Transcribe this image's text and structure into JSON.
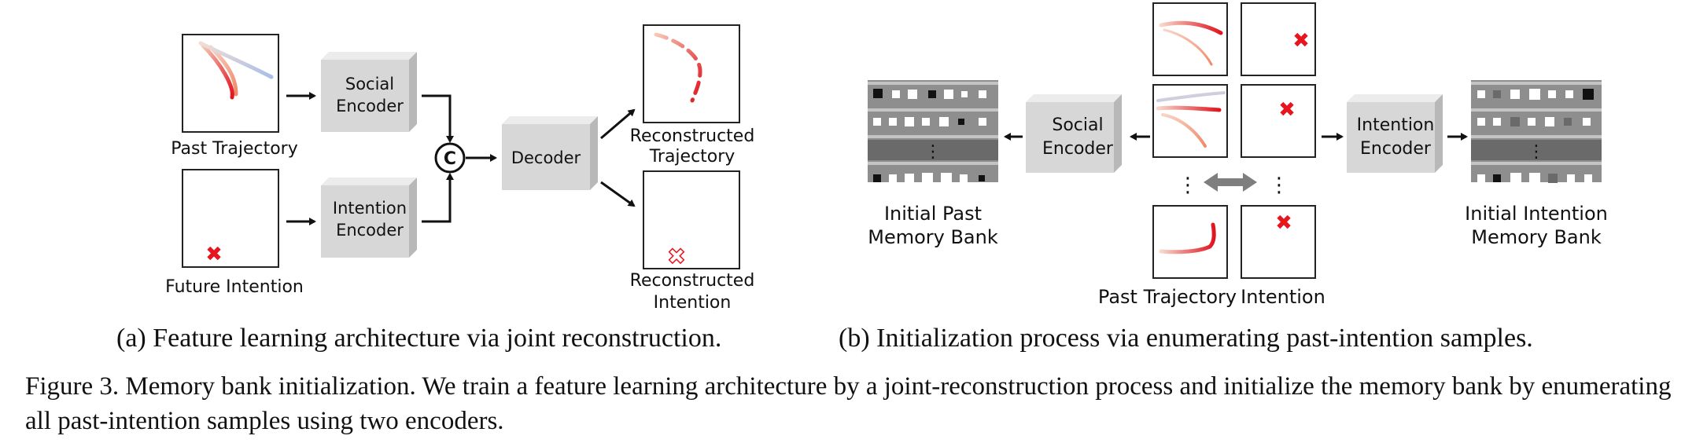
{
  "panel_a": {
    "past_trajectory_label": "Past Trajectory",
    "future_intention_label": "Future Intention",
    "social_encoder": [
      "Social",
      "Encoder"
    ],
    "intention_encoder": [
      "Intention",
      "Encoder"
    ],
    "concat_symbol": "C",
    "decoder": "Decoder",
    "reconstructed_trajectory": [
      "Reconstructed",
      "Trajectory"
    ],
    "reconstructed_intention": [
      "Reconstructed",
      "Intention"
    ]
  },
  "panel_b": {
    "initial_past_memory_bank": [
      "Initial Past",
      "Memory Bank"
    ],
    "social_encoder": [
      "Social",
      "Encoder"
    ],
    "intention_encoder": [
      "Intention",
      "Encoder"
    ],
    "initial_intention_memory_bank": [
      "Initial Intention",
      "Memory Bank"
    ],
    "past_trajectory_label": "Past Trajectory",
    "intention_label": "Intention",
    "ellipsis": "⋮"
  },
  "captions": {
    "sub_a": "(a)  Feature learning architecture via joint reconstruction.",
    "sub_b": "(b)  Initialization process via enumerating past-intention samples.",
    "figure": "Figure 3. Memory bank initialization. We train a feature learning architecture by a joint-reconstruction process and initialize the memory bank by enumerating all past-intention samples using two encoders."
  },
  "colors": {
    "trajectory_red": "#e0141e",
    "trajectory_faded": "#f3b8a8",
    "trajectory_blue": "#b9c8e6",
    "cross_red": "#e8141e",
    "encoder_box": "#d7d7d7",
    "memory_bank_gray": "#8e8e8e",
    "memory_bank_dark": "#6a6a6a"
  }
}
